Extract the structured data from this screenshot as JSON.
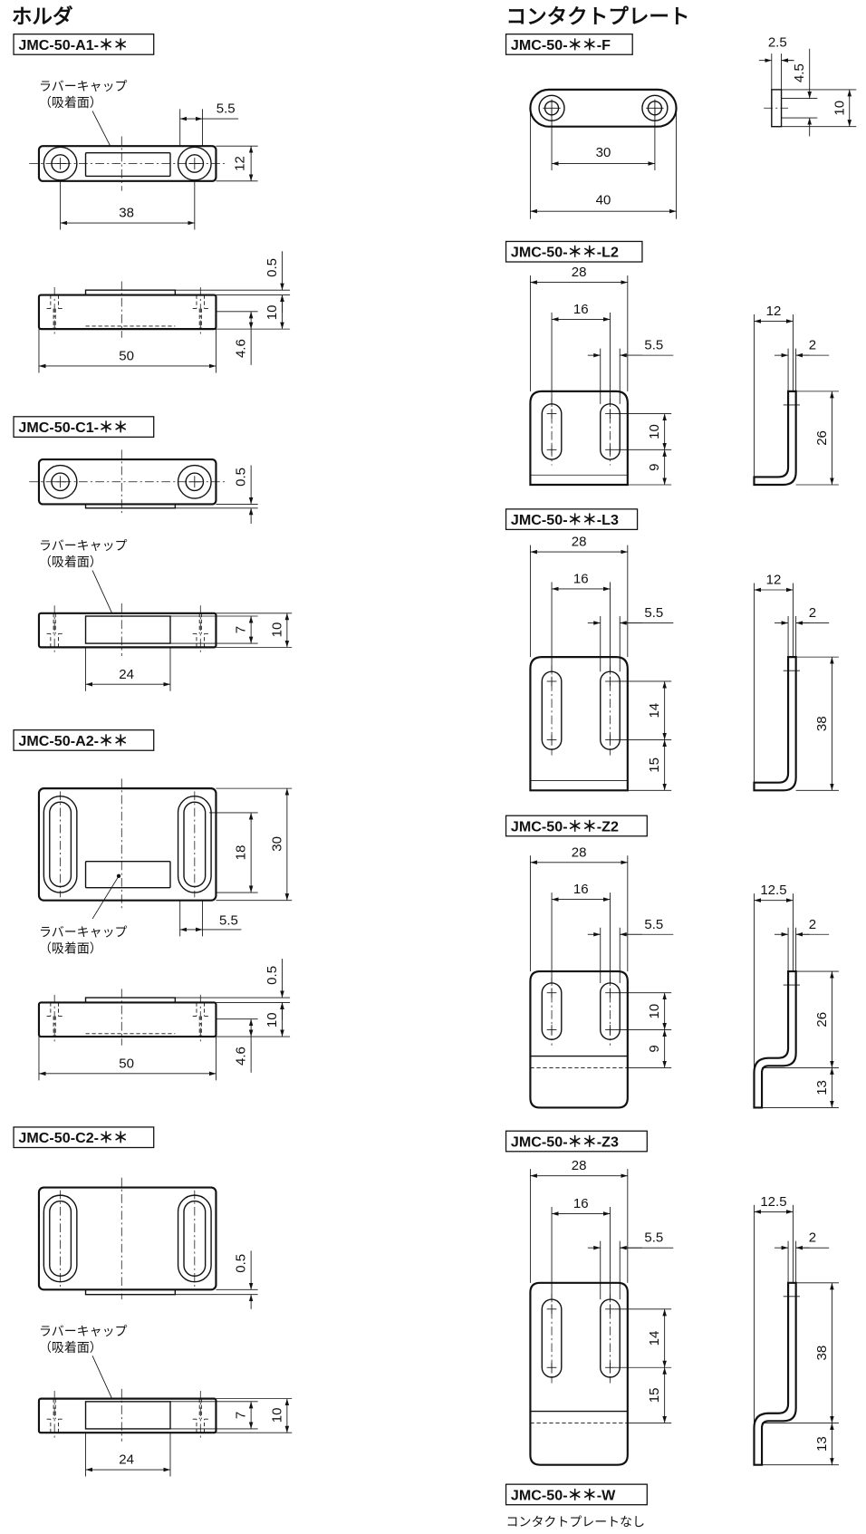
{
  "holder": {
    "title": "ホルダ",
    "callout_line1": "ラバーキャップ",
    "callout_line2": "（吸着面）",
    "models": [
      {
        "label": "JMC-50-A1-＊＊",
        "dims": [
          "5.5",
          "12",
          "38",
          "0.5",
          "10",
          "4.6",
          "50"
        ]
      },
      {
        "label": "JMC-50-C1-＊＊",
        "dims": [
          "0.5",
          "7",
          "10",
          "24"
        ]
      },
      {
        "label": "JMC-50-A2-＊＊",
        "dims": [
          "18",
          "30",
          "5.5",
          "0.5",
          "10",
          "4.6",
          "50"
        ]
      },
      {
        "label": "JMC-50-C2-＊＊",
        "dims": [
          "0.5",
          "7",
          "10",
          "24"
        ]
      }
    ]
  },
  "contact_plate": {
    "title": "コンタクトプレート",
    "models": [
      {
        "label": "JMC-50-＊＊-F",
        "dims": [
          "30",
          "40",
          "2.5",
          "4.5",
          "10"
        ]
      },
      {
        "label": "JMC-50-＊＊-L2",
        "dims": [
          "28",
          "16",
          "5.5",
          "10",
          "9",
          "12",
          "2",
          "26"
        ]
      },
      {
        "label": "JMC-50-＊＊-L3",
        "dims": [
          "28",
          "16",
          "5.5",
          "14",
          "15",
          "12",
          "2",
          "38"
        ]
      },
      {
        "label": "JMC-50-＊＊-Z2",
        "dims": [
          "28",
          "16",
          "5.5",
          "10",
          "9",
          "12.5",
          "2",
          "26",
          "13"
        ]
      },
      {
        "label": "JMC-50-＊＊-Z3",
        "dims": [
          "28",
          "16",
          "5.5",
          "14",
          "15",
          "12.5",
          "2",
          "38",
          "13"
        ]
      },
      {
        "label": "JMC-50-＊＊-W",
        "note": "コンタクトプレートなし"
      }
    ]
  }
}
